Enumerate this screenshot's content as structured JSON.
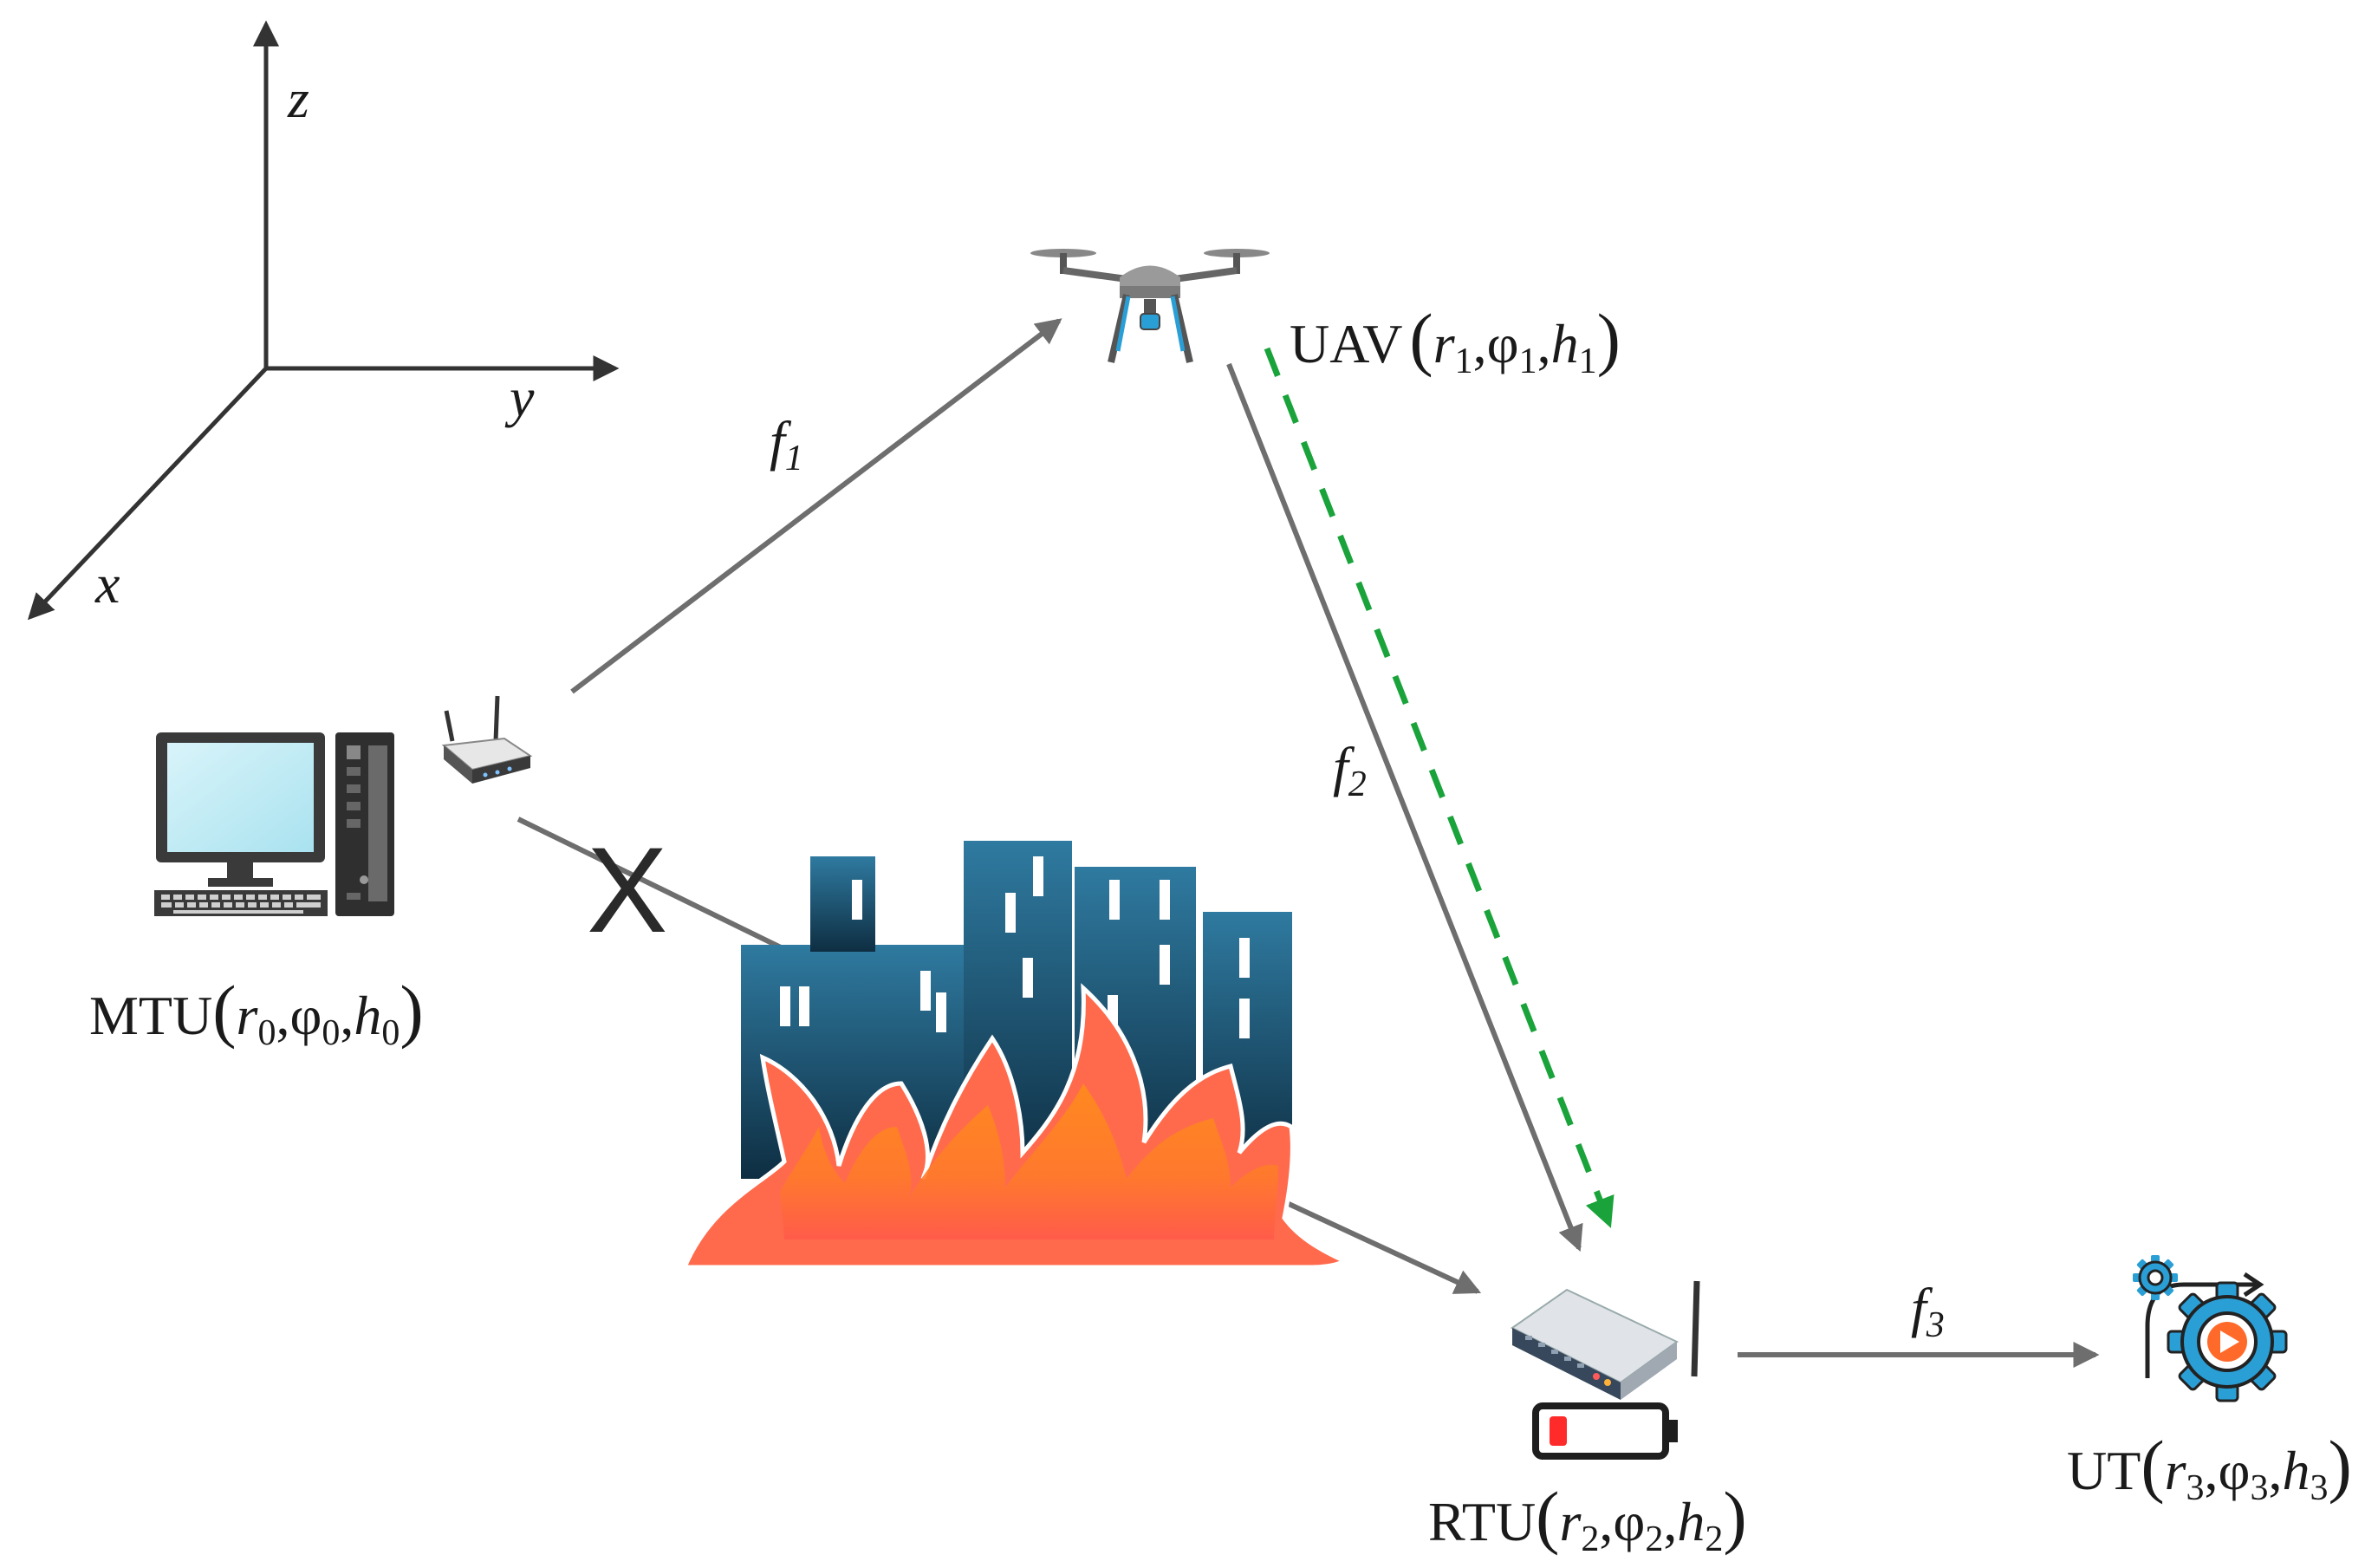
{
  "axes": {
    "x_label": "x",
    "y_label": "y",
    "z_label": "z"
  },
  "nodes": {
    "uav": {
      "name": "UAV",
      "r": "r",
      "r_sub": "1",
      "phi": "φ",
      "phi_sub": "1",
      "h": "h",
      "h_sub": "1",
      "open": "(",
      "close": ")",
      "sep": ","
    },
    "mtu": {
      "name": "MTU",
      "r": "r",
      "r_sub": "0",
      "phi": "φ",
      "phi_sub": "0",
      "h": "h",
      "h_sub": "0",
      "open": "(",
      "close": ")",
      "sep": ","
    },
    "rtu": {
      "name": "RTU",
      "r": "r",
      "r_sub": "2",
      "phi": "φ",
      "phi_sub": "2",
      "h": "h",
      "h_sub": "2",
      "open": "(",
      "close": ")",
      "sep": ","
    },
    "ut": {
      "name": "UT",
      "r": "r",
      "r_sub": "3",
      "phi": "φ",
      "phi_sub": "3",
      "h": "h",
      "h_sub": "3",
      "open": "(",
      "close": ")",
      "sep": ","
    }
  },
  "links": {
    "f1": {
      "symbol": "f",
      "sub": "1"
    },
    "f2": {
      "symbol": "f",
      "sub": "2"
    },
    "f3": {
      "symbol": "f",
      "sub": "3"
    },
    "blocked_mark": "X"
  },
  "colors": {
    "arrow": "#6e6e6e",
    "axis": "#333333",
    "dashed_link": "#1aa33a",
    "building_top": "#2f7aa0",
    "building_bottom": "#0e2e42",
    "fire_outer": "#ff6a4d",
    "fire_inner": "#ff9a1f",
    "icon_blue": "#2a9fd6"
  }
}
